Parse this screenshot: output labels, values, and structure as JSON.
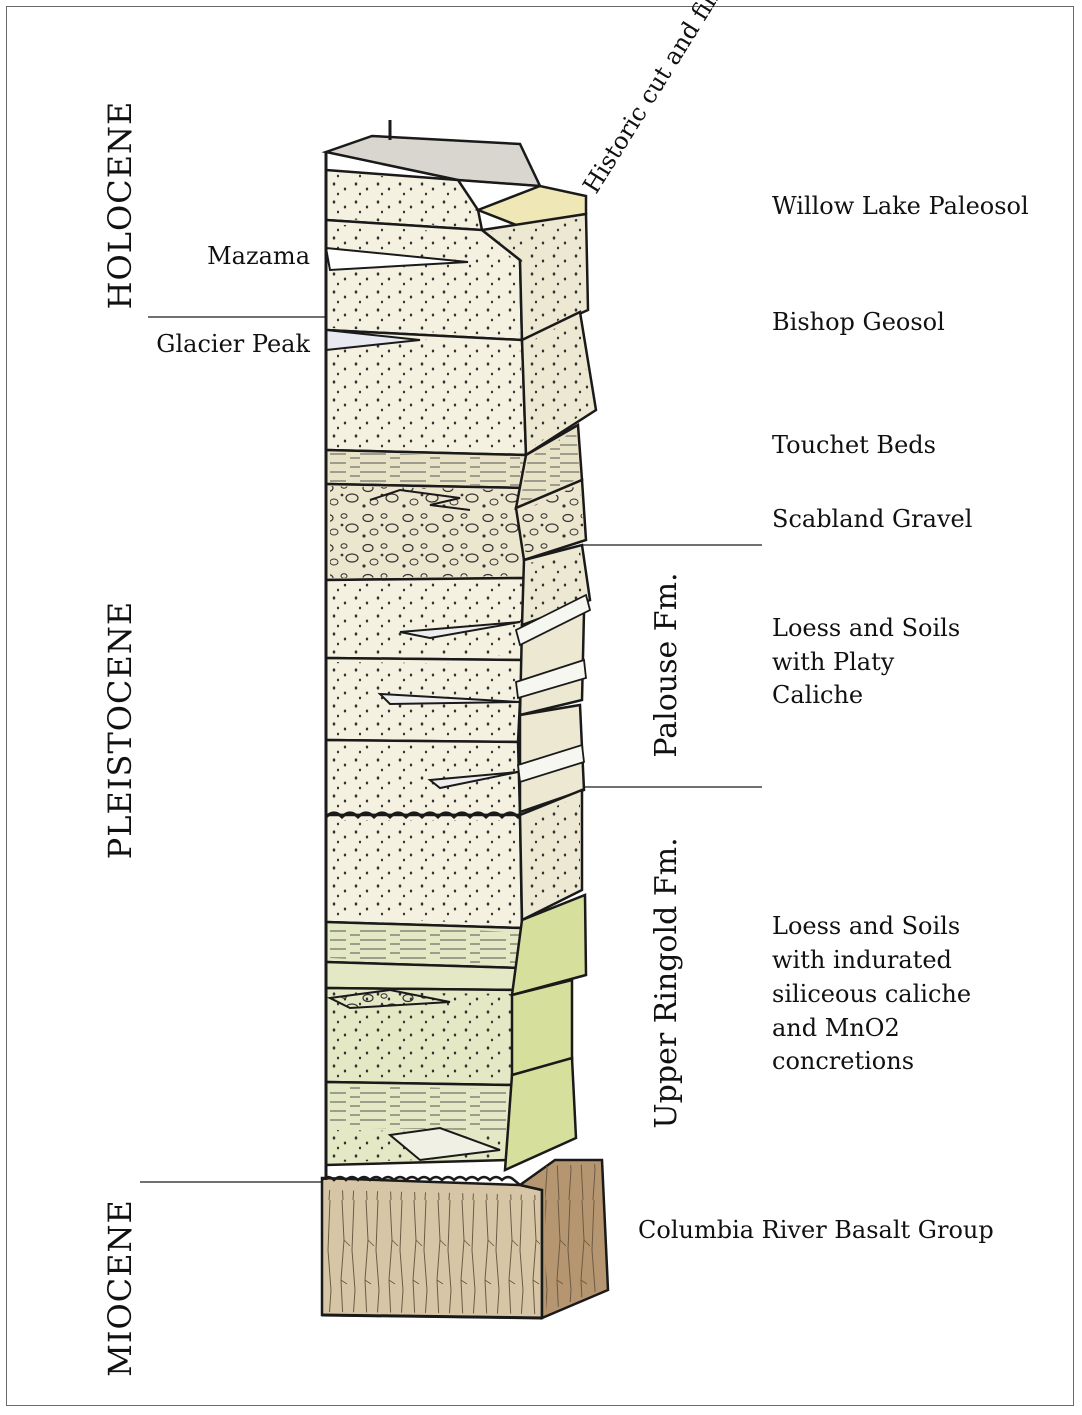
{
  "epochs": {
    "holocene": "HOLOCENE",
    "pleistocene": "PLEISTOCENE",
    "miocene": "MIOCENE"
  },
  "left_labels": {
    "mazama": "Mazama",
    "glacier_peak": "Glacier Peak"
  },
  "top_label": "Historic cut and fill",
  "formations": {
    "palouse": "Palouse Fm.",
    "upper_ringold": "Upper Ringold Fm."
  },
  "right_labels": {
    "willow_lake": "Willow Lake Paleosol",
    "bishop": "Bishop Geosol",
    "touchet": "Touchet Beds",
    "scabland": "Scabland Gravel",
    "loess_platy": [
      "Loess and Soils",
      "with Platy",
      "Caliche"
    ],
    "loess_indurated": [
      "Loess and Soils",
      "with indurated",
      "siliceous caliche",
      "and MnO2",
      "concretions"
    ],
    "basalt": "Columbia River Basalt Group"
  },
  "colors": {
    "loess": "#f4f1e1",
    "loess_side": "#ece8d2",
    "touchet": "#e8e2c6",
    "gravel": "#ede6cf",
    "ringold": "#e4e8c4",
    "ringold_side": "#d6df9c",
    "basalt": "#d7c6a6",
    "basalt_side": "#b59670",
    "cap": "#d8d6cf",
    "outline": "#1a1a1a"
  }
}
